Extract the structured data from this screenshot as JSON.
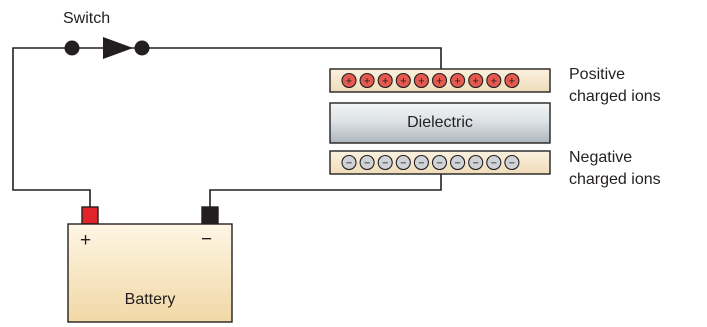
{
  "labels": {
    "switch": "Switch",
    "positive_line1": "Positive",
    "positive_line2": "charged ions",
    "dielectric": "Dielectric",
    "negative_line1": "Negative",
    "negative_line2": "charged ions",
    "battery": "Battery",
    "battery_plus": "+",
    "battery_minus": "−"
  },
  "ions": {
    "positive_count": 10,
    "negative_count": 10,
    "positive_symbol": "+",
    "negative_symbol": "−"
  },
  "colors": {
    "wire": "#231f20",
    "plate_fill": "#f8ebd5",
    "positive_ion": "#e45a4f",
    "negative_ion": "#cfd3d7",
    "dielectric_top": "#f4f6f8",
    "dielectric_bottom": "#aeb6bd",
    "battery_top": "#fef6e4",
    "battery_bottom": "#f1d8a6",
    "positive_terminal": "#e0242a",
    "negative_terminal": "#231f20"
  }
}
